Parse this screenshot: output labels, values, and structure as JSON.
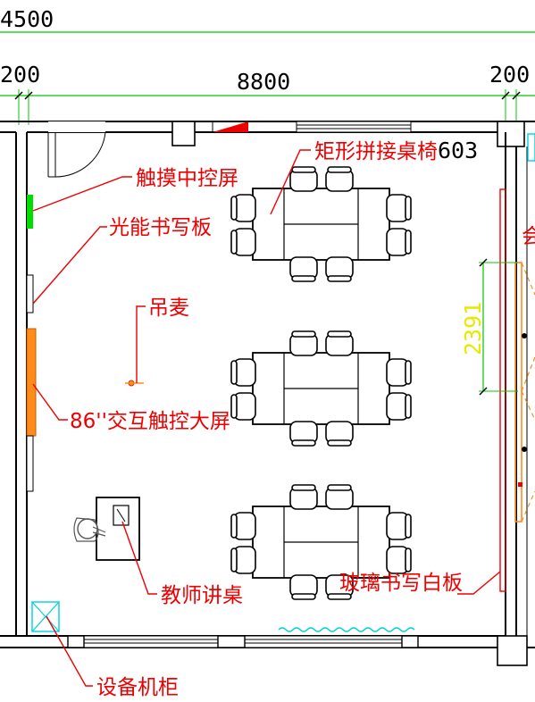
{
  "dimensions": {
    "top_total": "4500",
    "left_wall": "200",
    "room_width": "8800",
    "right_wall": "200",
    "side_room": "603",
    "board_height": "2391"
  },
  "labels": {
    "touch_panel": "触摸中控屏",
    "optical_board": "光能书写板",
    "mic": "吊麦",
    "interactive_screen": "86''交互触控大屏",
    "teacher_desk": "教师讲桌",
    "equipment_cabinet": "设备机柜",
    "desk_set": "矩形拼接桌椅",
    "glass_board": "玻璃书写白板",
    "edge_char": "会"
  },
  "colors": {
    "label": "#ee0000",
    "dim_green": "#00c800",
    "dim_yellow": "#e8e800",
    "board_orange": "#ff8c1a",
    "cyan": "#00d0e0"
  }
}
